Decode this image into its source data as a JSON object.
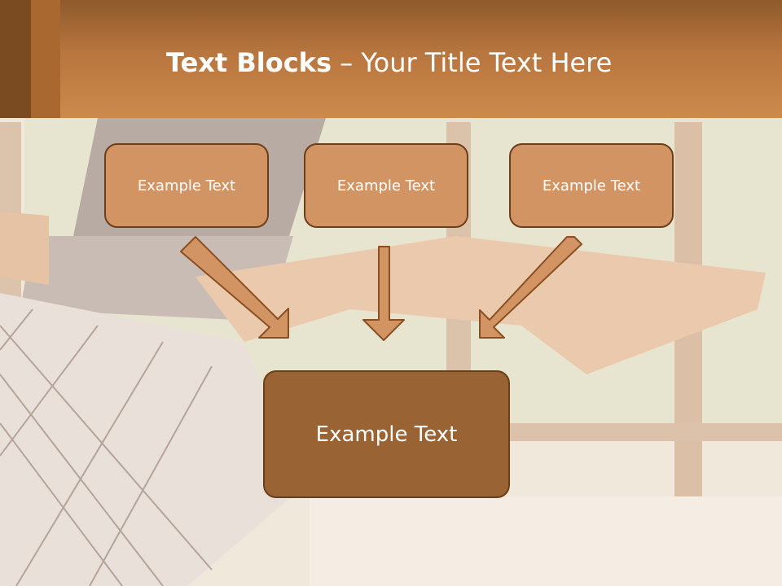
{
  "slide": {
    "title_bold": "Text Blocks",
    "title_rest": " – Your Title Text Here"
  },
  "blocks": {
    "left": "Example Text",
    "center": "Example Text",
    "right": "Example Text",
    "result": "Example Text"
  },
  "colors": {
    "header": "#c5824a",
    "small_box_fill": "#d39463",
    "big_box_fill": "#9a6333",
    "border": "#6b3f1a",
    "arrow_fill": "#d39463",
    "arrow_stroke": "#8a4f22",
    "text": "#ffffff"
  }
}
